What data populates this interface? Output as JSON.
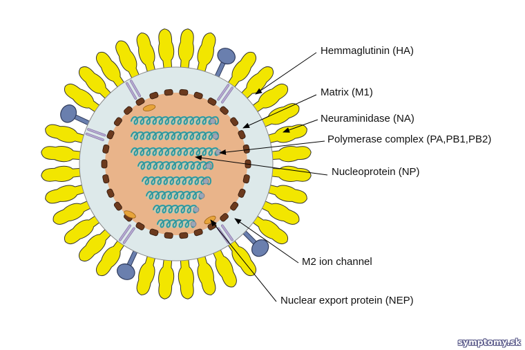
{
  "labels": {
    "ha": "Hemmaglutinin (HA)",
    "m1": "Matrix (M1)",
    "na": "Neuraminidase (NA)",
    "polymerase": "Polymerase complex (PA,PB1,PB2)",
    "np": "Nucleoprotein (NP)",
    "m2": "M2 ion channel",
    "nep": "Nuclear export protein (NEP)"
  },
  "watermark": "symptomy.sk",
  "colors": {
    "ha_spike": "#f2e600",
    "ha_stroke": "#333333",
    "na_spike": "#6a7fae",
    "envelope": "#dde9ea",
    "matrix_bead": "#6b3a1e",
    "core": "#e9b48a",
    "rnp_teal": "#3aa8ae",
    "nep": "#e7a43a",
    "m2": "#b6a8d0"
  }
}
